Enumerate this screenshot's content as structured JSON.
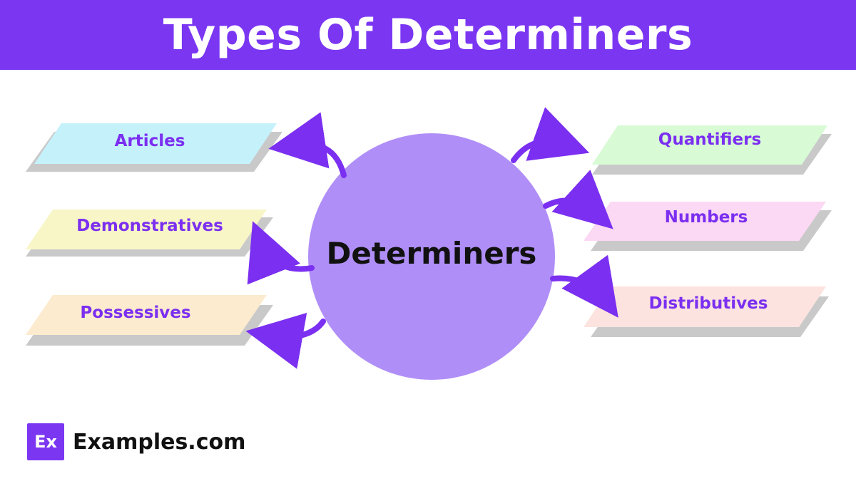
{
  "header": {
    "title": "Types Of Determiners"
  },
  "center": {
    "label": "Determiners",
    "color": "#b08ef7"
  },
  "nodes": {
    "articles": {
      "label": "Articles",
      "color": "#c5f1fb"
    },
    "demonstratives": {
      "label": "Demonstratives",
      "color": "#f8f5c7"
    },
    "possessives": {
      "label": "Possessives",
      "color": "#fdebcf"
    },
    "quantifiers": {
      "label": "Quantifiers",
      "color": "#d8fbd6"
    },
    "numbers": {
      "label": "Numbers",
      "color": "#fbd8f3"
    },
    "distributives": {
      "label": "Distributives",
      "color": "#fde3df"
    }
  },
  "colors": {
    "accent": "#7b36f2",
    "label_text": "#7b2ff0",
    "shadow": "#c9c9c9",
    "arrow": "#7b2ff0"
  },
  "brand": {
    "logo_text": "Ex",
    "name": "Examples.com"
  }
}
